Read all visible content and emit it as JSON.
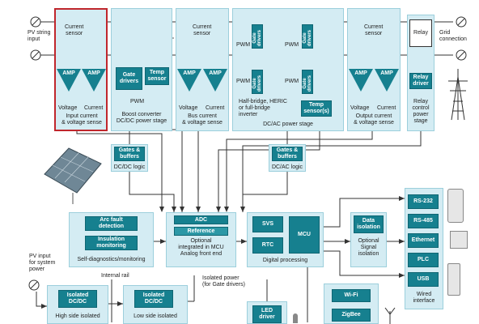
{
  "inputs": {
    "pv_string": "PV string\ninput",
    "pv_system": "PV input\nfor system\npower",
    "grid": "Grid\nconnection"
  },
  "input_sense": {
    "current_sensor": "Current\nsensor",
    "amp": "AMP",
    "voltage": "Voltage",
    "current": "Current",
    "title": "Input current\n& voltage sense"
  },
  "boost": {
    "gate_drivers": "Gate\ndrivers",
    "temp_sensor": "Temp\nsensor",
    "pwm": "PWM",
    "title": "Boost converter\nDC/DC power stage"
  },
  "bus_sense": {
    "current_sensor": "Current\nsensor",
    "title": "Bus current\n& voltage sense"
  },
  "dcac": {
    "pwm": "PWM",
    "gate_drivers": "Gate\ndrivers",
    "desc": "Half-bridge, HERIC\nor full-bridge\ninverter",
    "temp_sensors": "Temp\nsensor(s)",
    "title": "DC/AC power stage"
  },
  "output_sense": {
    "current_sensor": "Current\nsensor",
    "title": "Output current\n& voltage sense"
  },
  "relay": {
    "relay": "Relay",
    "relay_driver": "Relay\ndriver",
    "title": "Relay\ncontrol\npower\nstage"
  },
  "logic": {
    "gates_buffers": "Gates &\nbuffers",
    "dcdc_logic": "DC/DC logic",
    "dcac_logic": "DC/AC logic"
  },
  "diag": {
    "arc": "Arc fault\ndetection",
    "insulation": "Insulation\nmonitoring",
    "title": "Self-diagnostics/monitoring"
  },
  "afe": {
    "adc": "ADC",
    "reference": "Reference",
    "title": "Optional\nintegrated in MCU\nAnalog front end"
  },
  "digital": {
    "svs": "SVS",
    "rtc": "RTC",
    "mcu": "MCU",
    "title": "Digital processing"
  },
  "isolation": {
    "data_iso": "Data\nisolation",
    "title": "Optional\nSignal\nisolation"
  },
  "wired": {
    "items": [
      "RS-232",
      "RS-485",
      "Ethernet",
      "PLC",
      "USB"
    ],
    "title": "Wired\ninterface"
  },
  "power": {
    "internal_rail": "Internal rail",
    "isolated_power": "Isolated power\n(for Gate drivers)",
    "iso1": "Isolated\nDC/DC",
    "iso1_title": "High side isolated",
    "iso2": "Isolated\nDC/DC",
    "iso2_title": "Low side isolated"
  },
  "misc": {
    "led_driver": "LED\ndriver",
    "wifi": "Wi-Fi",
    "zigbee": "ZigBee"
  },
  "colors": {
    "block_fill": "#d4ecf3",
    "dark_teal": "#16808f",
    "highlight": "#c0262c"
  }
}
